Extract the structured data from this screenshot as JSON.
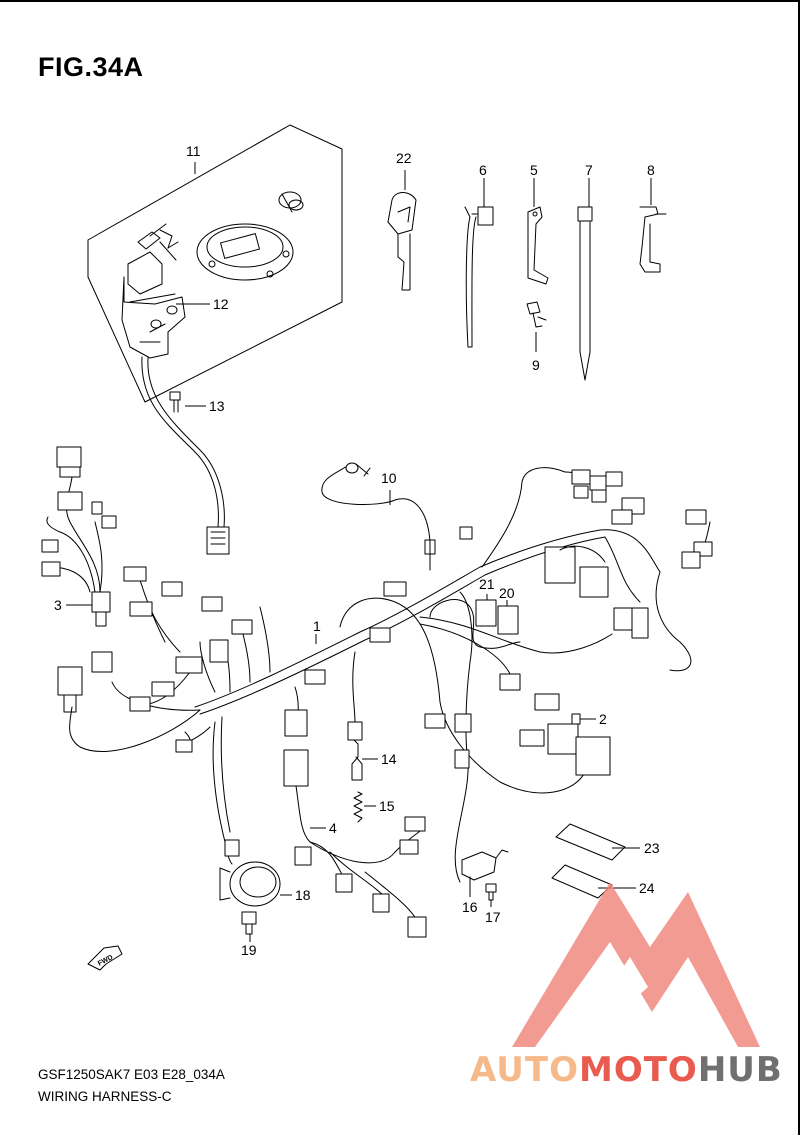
{
  "figure": {
    "title": "FIG.34A",
    "code": "GSF1250SAK7 E03 E28_034A",
    "name": "WIRING HARNESS-C"
  },
  "direction_marker": "FWD",
  "callouts": [
    {
      "id": "c1",
      "label": "1"
    },
    {
      "id": "c2",
      "label": "2"
    },
    {
      "id": "c3",
      "label": "3"
    },
    {
      "id": "c4",
      "label": "4"
    },
    {
      "id": "c5",
      "label": "5"
    },
    {
      "id": "c6",
      "label": "6"
    },
    {
      "id": "c7",
      "label": "7"
    },
    {
      "id": "c8",
      "label": "8"
    },
    {
      "id": "c9",
      "label": "9"
    },
    {
      "id": "c10",
      "label": "10"
    },
    {
      "id": "c11",
      "label": "11"
    },
    {
      "id": "c12",
      "label": "12"
    },
    {
      "id": "c13",
      "label": "13"
    },
    {
      "id": "c14",
      "label": "14"
    },
    {
      "id": "c15",
      "label": "15"
    },
    {
      "id": "c16",
      "label": "16"
    },
    {
      "id": "c17",
      "label": "17"
    },
    {
      "id": "c18",
      "label": "18"
    },
    {
      "id": "c19",
      "label": "19"
    },
    {
      "id": "c20",
      "label": "20"
    },
    {
      "id": "c21",
      "label": "21"
    },
    {
      "id": "c22",
      "label": "22"
    },
    {
      "id": "c23",
      "label": "23"
    },
    {
      "id": "c24",
      "label": "24"
    }
  ],
  "watermark": {
    "part1": "AUTO",
    "part2": "MOTO",
    "part3": "HUB",
    "colors": {
      "part1": "#f6b98a",
      "part2": "#e95a4f",
      "part3": "#707070"
    }
  }
}
